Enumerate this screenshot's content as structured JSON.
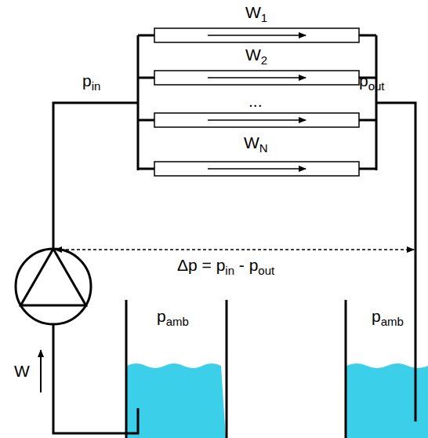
{
  "diagram": {
    "labels": [
      "W",
      "1",
      "W",
      "2",
      "...",
      "W",
      "N",
      "p",
      "in",
      "p",
      "out",
      "Δp = p",
      "in",
      " - p",
      "out",
      "p",
      "amb",
      "p",
      "amb",
      "W"
    ]
  }
}
